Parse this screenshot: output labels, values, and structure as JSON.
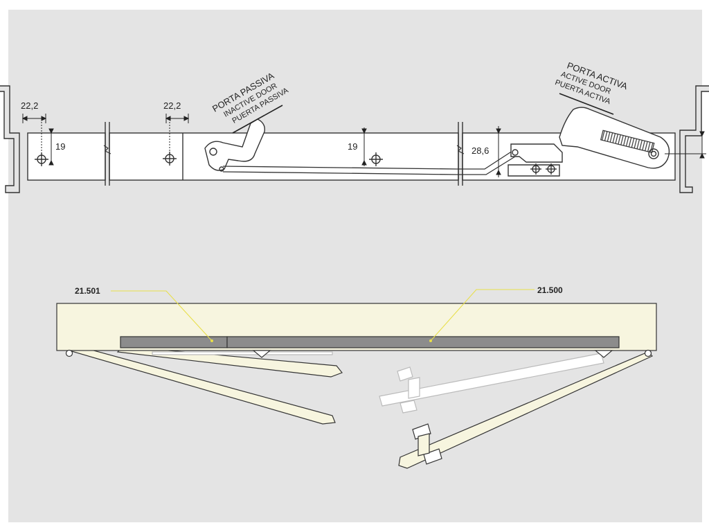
{
  "dimensions": {
    "left_horizontal": "22,2",
    "left_vertical": "19",
    "mid_horizontal": "22,2",
    "center_vertical": "19",
    "right_vertical": "28,6"
  },
  "doors": {
    "passive": {
      "line1": "PORTA PASSIVA",
      "line2": "INACTIVE DOOR",
      "line3": "PUERTA PASSIVA"
    },
    "active": {
      "line1": "PORTA ACTIVA",
      "line2": "ACTIVE DOOR",
      "line3": "PUERTA ACTIVA"
    }
  },
  "parts": {
    "left_code": "21.501",
    "right_code": "21.500"
  },
  "colors": {
    "background": "#e4e4e4",
    "bar_fill": "#ffffff",
    "outline": "#333333",
    "frame_fill": "#f7f5df",
    "rail_fill": "#8c8c8c",
    "leader": "#e8df4a"
  }
}
